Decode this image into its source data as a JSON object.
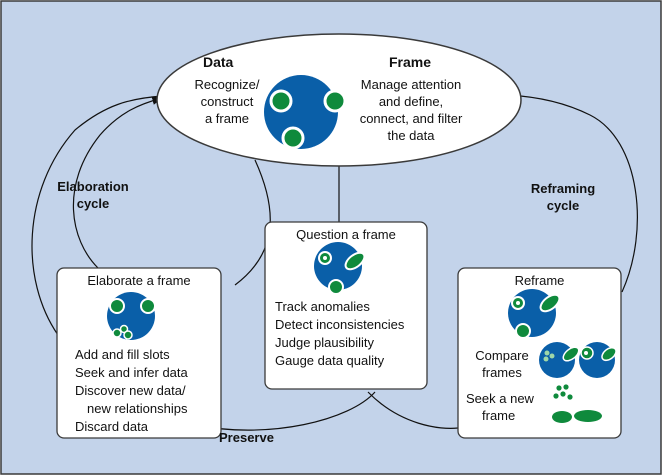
{
  "colors": {
    "background": "#c3d3ea",
    "border": "#3a3a3a",
    "blue": "#0a5fa8",
    "green": "#0f8a3c",
    "box": "#ffffff"
  },
  "center": {
    "data_title": "Data",
    "frame_title": "Frame",
    "data_text": [
      "Recognize/",
      "construct",
      "a frame"
    ],
    "frame_text": [
      "Manage attention",
      "and define,",
      "connect, and filter",
      "the data"
    ]
  },
  "cycles": {
    "elaboration": [
      "Elaboration",
      "cycle"
    ],
    "reframing": [
      "Reframing",
      "cycle"
    ],
    "preserve": "Preserve"
  },
  "elaborate": {
    "title": "Elaborate a frame",
    "items": [
      "Add and fill slots",
      "Seek and infer data",
      "Discover new data/",
      "new relationships",
      "Discard data"
    ]
  },
  "question": {
    "title": "Question a frame",
    "items": [
      "Track anomalies",
      "Detect inconsistencies",
      "Judge plausibility",
      "Gauge data quality"
    ]
  },
  "reframe": {
    "title": "Reframe",
    "compare": [
      "Compare",
      "frames"
    ],
    "seek": [
      "Seek a new",
      "frame"
    ]
  }
}
